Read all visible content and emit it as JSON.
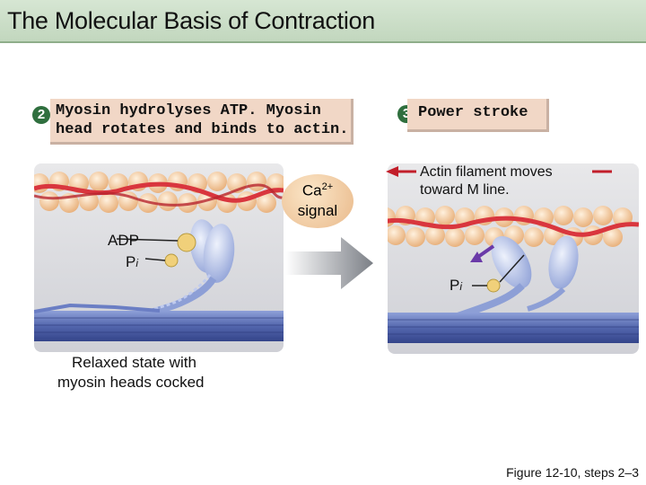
{
  "header": {
    "title": "The Molecular Basis of Contraction"
  },
  "step2": {
    "number": "2",
    "line1": "Myosin hydrolyses ATP. Myosin",
    "line2": "head rotates and binds to actin."
  },
  "step3": {
    "number": "3",
    "text": "Power stroke"
  },
  "labels": {
    "adp": "ADP",
    "pi_left": "P",
    "pi_left_sub": "i",
    "ca": "Ca",
    "ca_sup": "2+",
    "ca_signal": "signal",
    "actin_moves_1": "Actin filament moves",
    "actin_moves_2": "toward M line.",
    "pi_right": "P",
    "pi_right_sub": "i",
    "relaxed_1": "Relaxed state with",
    "relaxed_2": "myosin heads cocked"
  },
  "caption": "Figure 12-10, steps 2–3",
  "colors": {
    "header_bg": "#c9dcc5",
    "step_box_bg": "#f1d7c6",
    "step_badge": "#2f6f3e",
    "actin_bead": "#f2c69a",
    "tropomyosin": "#d9363e",
    "myosin_head": "#b9c7ea",
    "thick_filament": "#5f73b8",
    "phosphate": "#f0d07a",
    "arrow_purple": "#6a3aa8"
  }
}
